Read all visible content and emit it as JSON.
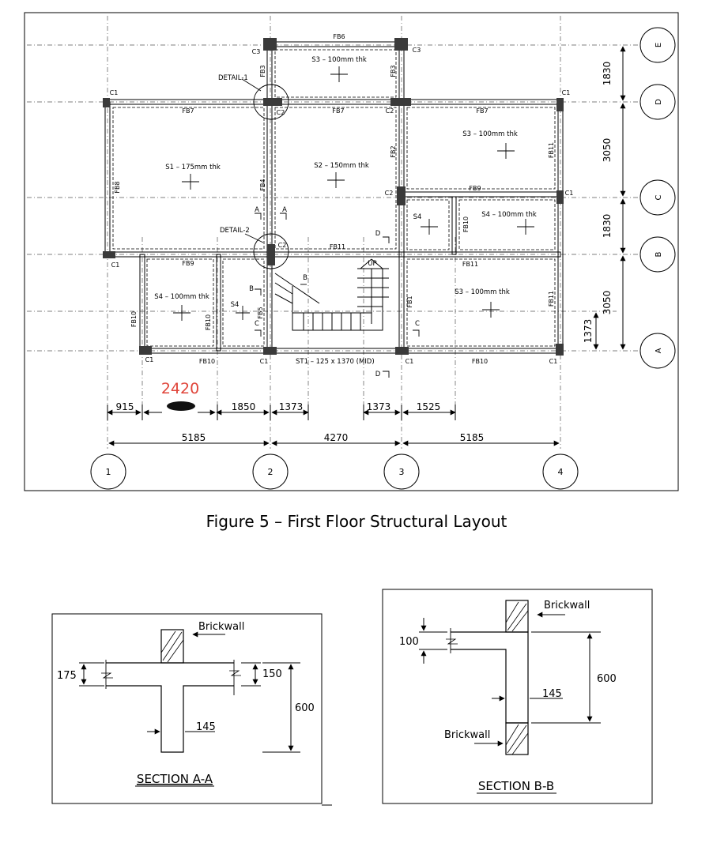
{
  "figure_caption": "Figure 5 – First Floor Structural Layout",
  "annotation": {
    "text": "2420",
    "color": "#e0453a"
  },
  "plan": {
    "grid_numbers": [
      "1",
      "2",
      "3",
      "4"
    ],
    "grid_letters": [
      "E",
      "D",
      "C",
      "B",
      "A"
    ],
    "bottom_dims": [
      "915",
      "1850",
      "1373",
      "1373",
      "1525"
    ],
    "overall_dims": [
      "5185",
      "4270",
      "5185"
    ],
    "right_dims": [
      "1830",
      "3050",
      "1830",
      "3050"
    ],
    "small_dim": "1373",
    "beams": {
      "fb6": "FB6",
      "fb7": "FB7",
      "fb3": "FB3",
      "fb2": "FB2",
      "fb4": "FB4",
      "fb8": "FB8",
      "fb9": "FB9",
      "fb10": "FB10",
      "fb11": "FB11",
      "fb5": "FB5",
      "fb1": "FB1"
    },
    "columns": {
      "c1": "C1",
      "c2": "C2",
      "c3": "C3"
    },
    "slabs": {
      "s1": "S1 – 175mm thk",
      "s2": "S2 – 150mm thk",
      "s3": "S3 – 100mm thk",
      "s4": "S4 – 100mm thk",
      "s4short": "S4"
    },
    "details": {
      "d1": "DETAIL-1",
      "d2": "DETAIL-2"
    },
    "stair": {
      "label": "ST1 – 125 x 1370 (MID)",
      "up": "UP"
    },
    "section_marks": {
      "a": "A",
      "b": "B",
      "c": "C",
      "d": "D"
    }
  },
  "section_aa": {
    "title": "SECTION A-A",
    "brickwall": "Brickwall",
    "dims": {
      "d175": "175",
      "d150": "150",
      "d600": "600",
      "d145": "145"
    }
  },
  "section_bb": {
    "title": "SECTION B-B",
    "brickwall_top": "Brickwall",
    "brickwall_bottom": "Brickwall",
    "dims": {
      "d100": "100",
      "d600": "600",
      "d145": "145"
    }
  }
}
